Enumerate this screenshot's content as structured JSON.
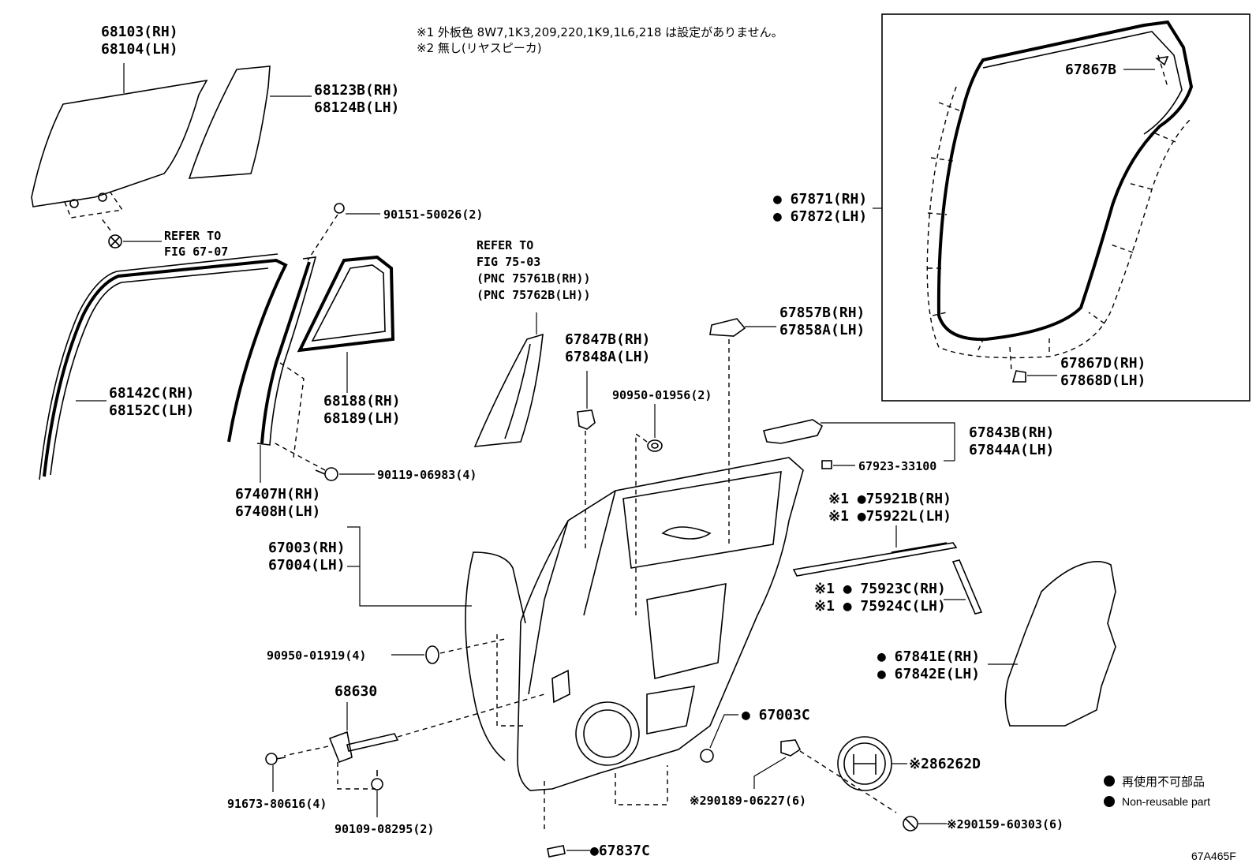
{
  "notes": [
    "※1 外板色 8W7,1K3,209,220,1K9,1L6,218 は設定がありません。",
    "※2 無し(リヤスピーカ)"
  ],
  "labels": {
    "p68103": "68103(RH)",
    "p68104": "68104(LH)",
    "p68123": "68123B(RH)",
    "p68124": "68124B(LH)",
    "refer1a": "REFER TO",
    "refer1b": "FIG 67-07",
    "p90151": "90151-50026(2)",
    "refer2a": "REFER TO",
    "refer2b": "FIG 75-03",
    "refer2c": "(PNC 75761B(RH))",
    "refer2d": "(PNC 75762B(LH))",
    "p68142": "68142C(RH)",
    "p68152": "68152C(LH)",
    "p68188": "68188(RH)",
    "p68189": "68189(LH)",
    "p67847": "67847B(RH)",
    "p67848": "67848A(LH)",
    "p90950a": "90950-01956(2)",
    "p67857": "67857B(RH)",
    "p67858": "67858A(LH)",
    "p67871": "● 67871(RH)",
    "p67872": "● 67872(LH)",
    "p67867b": "67867B",
    "p67867d": "67867D(RH)",
    "p67868d": "67868D(LH)",
    "p90119": "90119-06983(4)",
    "p67407": "67407H(RH)",
    "p67408": "67408H(LH)",
    "p67843": "67843B(RH)",
    "p67844": "67844A(LH)",
    "p67923": "67923-33100",
    "p75921": "※1 ●75921B(RH)",
    "p75922": "※1 ●75922L(LH)",
    "p67003": "67003(RH)",
    "p67004": "67004(LH)",
    "p75923": "※1 ● 75923C(RH)",
    "p75924": "※1 ● 75924C(LH)",
    "p90950b": "90950-01919(4)",
    "p67841": "● 67841E(RH)",
    "p67842": "● 67842E(LH)",
    "p68630": "68630",
    "p67003c": "● 67003C",
    "p86262": "※286262D",
    "p91673": "91673-80616(4)",
    "p90189": "※290189-06227(6)",
    "p90109": "90109-08295(2)",
    "p90159": "※290159-60303(6)",
    "p67837": "●67837C",
    "legend_jp": "再使用不可部品",
    "legend_en": "Non-reusable part",
    "figure_code": "67A465F"
  }
}
